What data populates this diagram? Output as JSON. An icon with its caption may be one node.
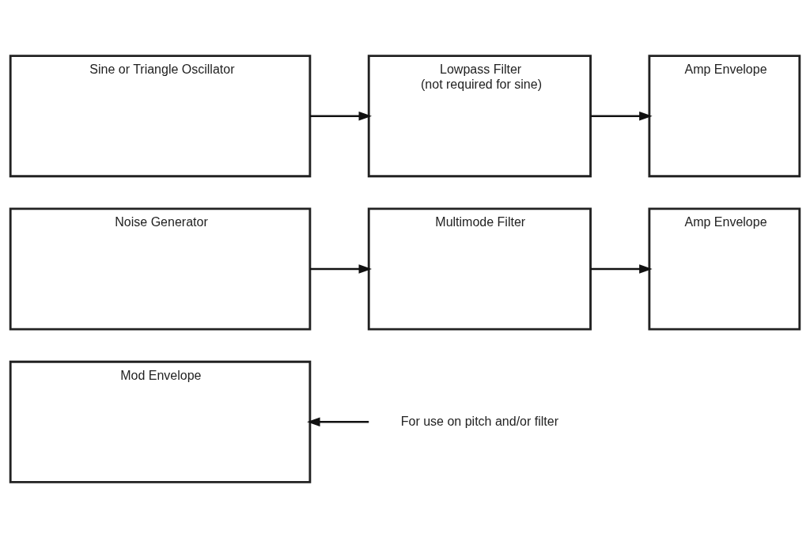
{
  "diagram": {
    "nodes": [
      {
        "text": [
          "Sine or Triangle Oscillator"
        ]
      },
      {
        "text": [
          "Lowpass Filter",
          "(not required for sine)"
        ]
      },
      {
        "text": [
          "Amp Envelope"
        ]
      },
      {
        "text": [
          "Noise Generator"
        ]
      },
      {
        "text": [
          "Multimode Filter"
        ]
      },
      {
        "text": [
          "Amp Envelope"
        ]
      },
      {
        "text": [
          "Mod Envelope"
        ]
      },
      {
        "text": [
          "For use on pitch and/or filter"
        ]
      }
    ],
    "edges": [
      {
        "from": 0,
        "to": 1,
        "arrow": "to"
      },
      {
        "from": 1,
        "to": 2,
        "arrow": "to"
      },
      {
        "from": 3,
        "to": 4,
        "arrow": "to"
      },
      {
        "from": 4,
        "to": 5,
        "arrow": "to"
      },
      {
        "from": 7,
        "to": 6,
        "arrow": "to"
      }
    ]
  }
}
